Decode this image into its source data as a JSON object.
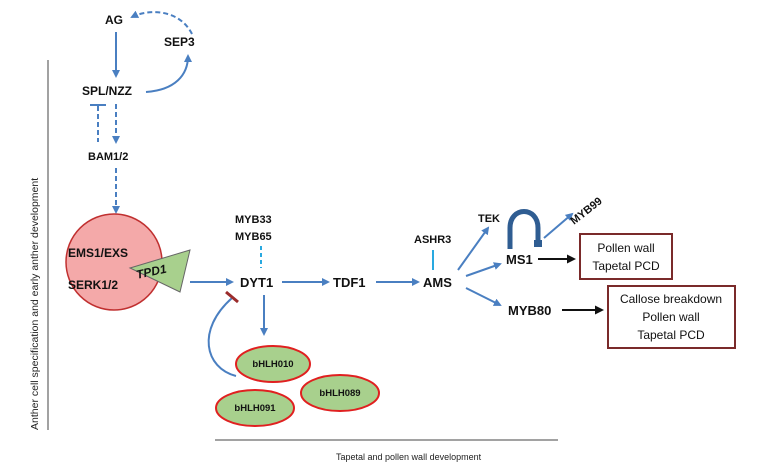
{
  "nodes": {
    "ag": "AG",
    "sep3": "SEP3",
    "spl": "SPL/NZZ",
    "bam": "BAM1/2",
    "ems": "EMS1/EXS",
    "serk": "SERK1/2",
    "tpd1": "TPD1",
    "myb33": "MYB33",
    "myb65": "MYB65",
    "dyt1": "DYT1",
    "tdf1": "TDF1",
    "ashr3": "ASHR3",
    "ams": "AMS",
    "tek": "TEK",
    "ms1": "MS1",
    "myb99": "MYB99",
    "myb80": "MYB80",
    "bhlh010": "bHLH010",
    "bhlh091": "bHLH091",
    "bhlh089": "bHLH089"
  },
  "boxes": {
    "ms1_box": [
      "Pollen wall",
      "Tapetal PCD"
    ],
    "myb80_box": [
      "Callose breakdown",
      "Pollen wall",
      "Tapetal PCD"
    ]
  },
  "captions": {
    "vertical": "Anther cell specification and early anther development",
    "bottom": "Tapetal and pollen wall development"
  },
  "colors": {
    "arrow": "#4a7fc1",
    "dashed_cyan": "#29a9e0",
    "ems_fill": "#f4a9a9",
    "tpd1_fill": "#a8d08d",
    "bhlh_fill": "#a8d08d",
    "bhlh_stroke": "#e02020",
    "box_stroke": "#7a2a2a",
    "inhibit": "#9b2c2c"
  }
}
